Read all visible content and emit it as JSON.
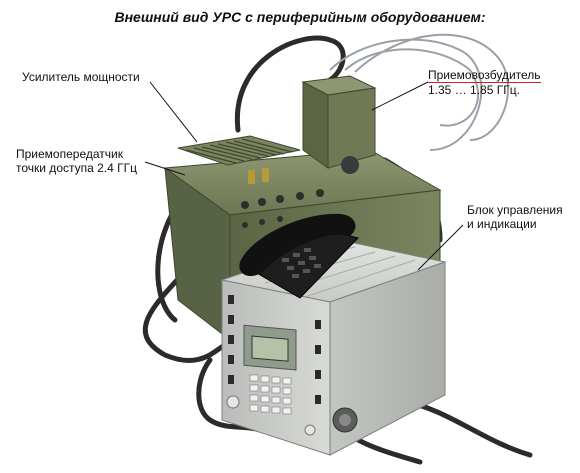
{
  "title": "Внешний вид УРС с периферийным оборудованием:",
  "callouts": {
    "amplifier": "Усилитель мощности",
    "transceiver_line1": "Приемопередатчик",
    "transceiver_line2": "точки доступа 2.4 ГГц",
    "exciter_line1": "Приемовозбудитель",
    "exciter_line2": "1.35 … 1.85 ГГц.",
    "control_line1": "Блок управления",
    "control_line2": "и индикации"
  },
  "colors": {
    "olive_body": "#6f7a55",
    "olive_dark": "#4d5638",
    "grey_unit": "#c9cbc8",
    "phone": "#1a1a1a",
    "leader": "#111111",
    "accent_underline": "#d02020"
  }
}
